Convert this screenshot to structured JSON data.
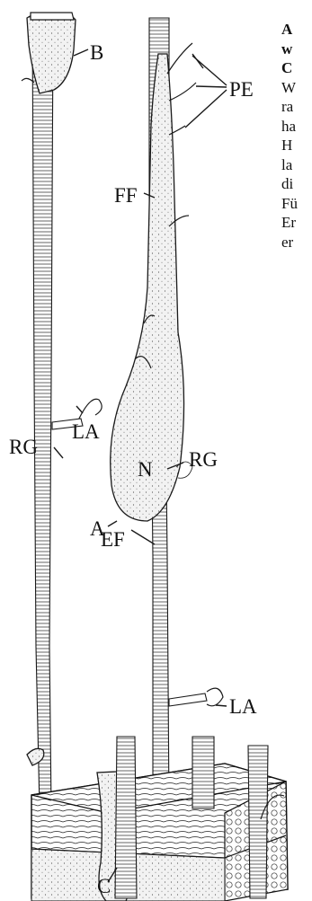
{
  "labels": {
    "B": "B",
    "PE": "PE",
    "FF": "FF",
    "LA_upper": "LA",
    "A": "A",
    "N": "N",
    "RG_left": "RG",
    "RG_right": "RG",
    "EF": "EF",
    "LA_lower": "LA",
    "C": "C"
  },
  "side_text": {
    "bold_lines": [
      "A",
      "w",
      "C"
    ],
    "lines": [
      "W",
      "ra",
      "ha",
      "H",
      "la",
      "di",
      "Fü",
      "Er",
      "er"
    ]
  }
}
